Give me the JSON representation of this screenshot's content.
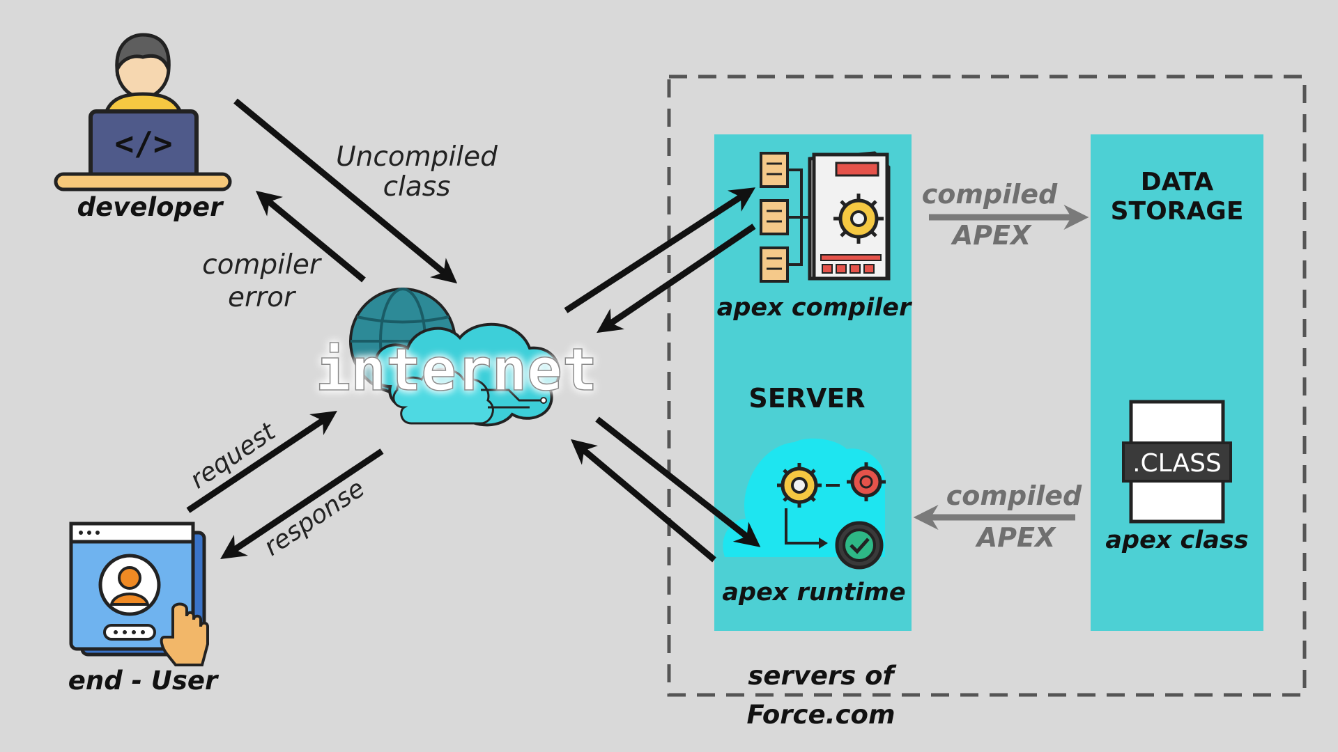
{
  "labels": {
    "developer": "developer",
    "uncompiled_line1": "Uncompiled",
    "uncompiled_line2": "class",
    "compiler_error_line1": "compiler",
    "compiler_error_line2": "error",
    "internet": "internet",
    "request": "request",
    "response": "response",
    "end_user": "end - User",
    "apex_compiler": "apex compiler",
    "server": "SERVER",
    "apex_runtime": "apex runtime",
    "compiled_top_line1": "compiled",
    "compiled_top_line2": "APEX",
    "compiled_bottom_line1": "compiled",
    "compiled_bottom_line2": "APEX",
    "data_storage_line1": "DATA",
    "data_storage_line2": "STORAGE",
    "class_tag": ".CLASS",
    "apex_class": "apex class",
    "servers_line1": "servers of",
    "servers_line2": "Force.com"
  },
  "colors": {
    "background": "#d9d9d9",
    "panel": "#4dd0d4",
    "cloud": "#35c9d6",
    "arrow_black": "#111111",
    "arrow_grey": "#7a7a7a"
  },
  "icons": {
    "developer": "developer-laptop-icon",
    "internet": "globe-cloud-icon",
    "end_user": "user-login-window-icon",
    "apex_compiler": "compiler-document-gear-icon",
    "apex_runtime": "runtime-gears-cloud-icon",
    "apex_class": "class-file-icon"
  }
}
